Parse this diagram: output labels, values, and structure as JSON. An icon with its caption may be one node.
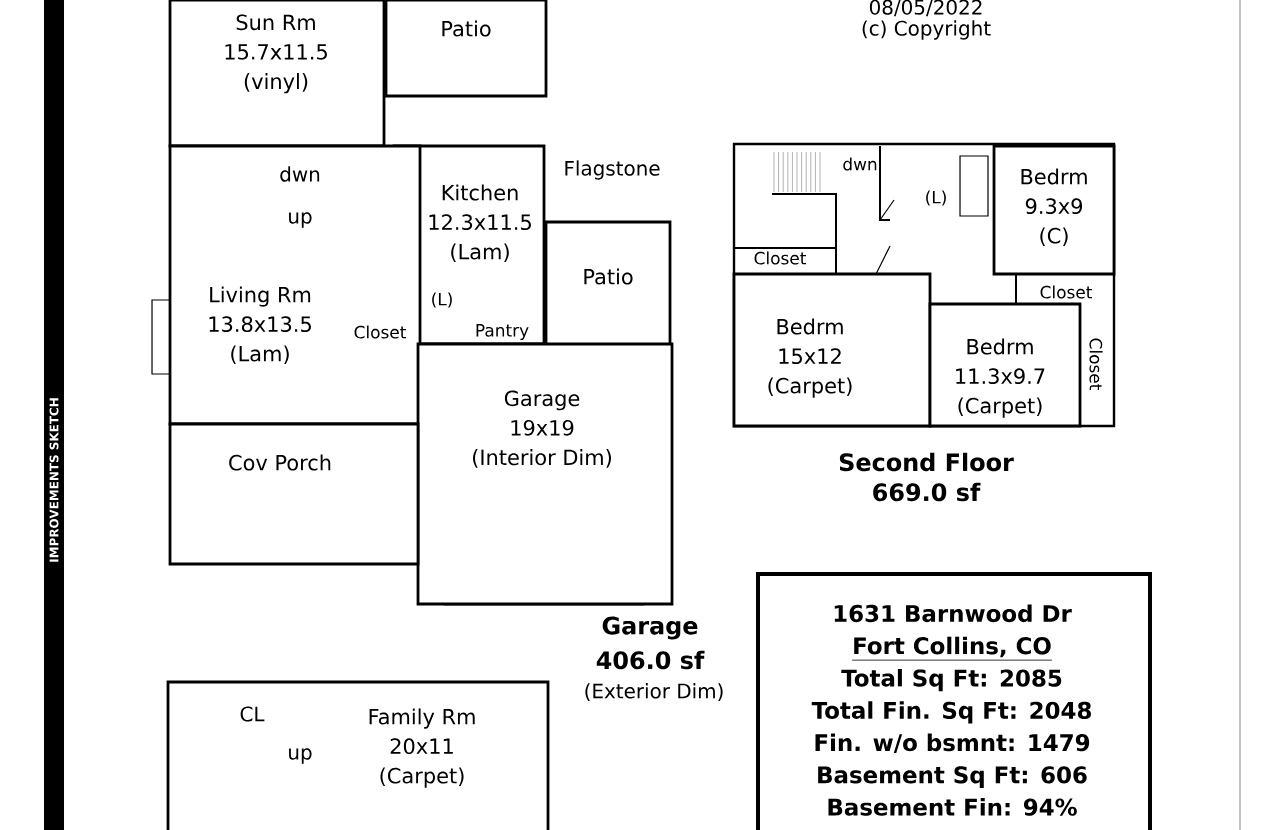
{
  "diagram": {
    "nodes": [
      {
        "text": [
          "Sun Rm",
          "15.7x11.5",
          "(vinyl)"
        ]
      },
      {
        "text": [
          "Patio"
        ]
      },
      {
        "text": [
          "Kitchen",
          "12.3x11.5",
          "(Lam)"
        ]
      },
      {
        "text": [
          "Patio"
        ]
      },
      {
        "text": [
          "Living Rm",
          "13.8x13.5",
          "(Lam)"
        ]
      },
      {
        "text": [
          "Garage",
          "19x19",
          "(Interior Dim)"
        ]
      },
      {
        "text": [
          "Cov Porch"
        ]
      },
      {
        "text": [
          "Bedrm",
          "9.3x9",
          "(C)"
        ]
      },
      {
        "text": [
          "Bedrm",
          "15x12",
          "(Carpet)"
        ]
      },
      {
        "text": [
          "Bedrm",
          "11.3x9.7",
          "(Carpet)"
        ]
      },
      {
        "text": [
          "1631 Barnwood Dr",
          "Fort Collins, CO",
          "Total Sq Ft:  2085",
          "Total Fin. Sq Ft:  2048",
          "Fin. w/o bsmnt:  1479",
          "Basement Sq Ft:  606",
          "Basement Fin:  94%"
        ]
      },
      {
        "text": [
          "Family Rm",
          "20x11",
          "(Carpet)"
        ]
      }
    ],
    "labels": [
      "08/05/2022",
      "(c) Copyright",
      "IMPROVEMENTS SKETCH",
      "dwn",
      "up",
      "Flagstone",
      "(L)",
      "Closet",
      "Pantry",
      "Garage",
      "406.0 sf",
      "(Exterior Dim)",
      "dwn",
      "(L)",
      "Closet",
      "Closet",
      "Closet",
      "Second Floor",
      "669.0 sf",
      "CL",
      "up"
    ]
  }
}
